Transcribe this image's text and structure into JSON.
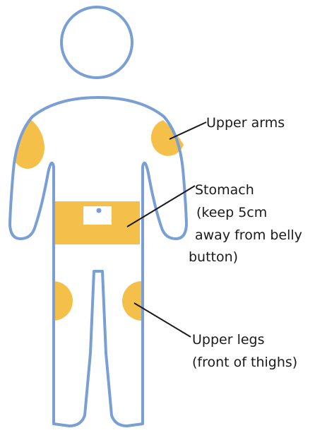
{
  "colors": {
    "outline": "#7a9fd4",
    "site_fill": "#f5c04a",
    "pointer": "#1a1a1a",
    "text": "#1a1a1a",
    "background": "#ffffff"
  },
  "labels": {
    "upper_arms": "Upper arms",
    "stomach": {
      "line1": "Stomach",
      "line2": "(keep 5cm",
      "line3": "away from belly",
      "line4": "button)"
    },
    "upper_legs": {
      "line1": "Upper legs",
      "line2": "(front of thighs)"
    }
  }
}
